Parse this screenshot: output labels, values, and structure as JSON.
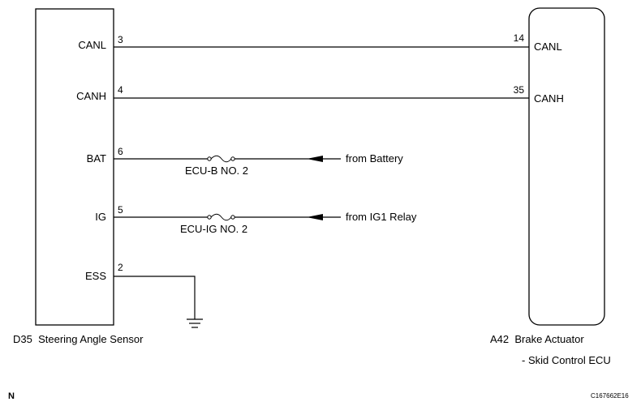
{
  "left_component": {
    "code": "D35",
    "name": "Steering Angle Sensor",
    "pins": [
      {
        "label": "CANL",
        "number": "3"
      },
      {
        "label": "CANH",
        "number": "4"
      },
      {
        "label": "BAT",
        "number": "6"
      },
      {
        "label": "IG",
        "number": "5"
      },
      {
        "label": "ESS",
        "number": "2"
      }
    ]
  },
  "right_component": {
    "code": "A42",
    "name": "Brake Actuator",
    "name_line2": "- Skid Control ECU",
    "pins": [
      {
        "label": "CANL",
        "number": "14"
      },
      {
        "label": "CANH",
        "number": "35"
      }
    ]
  },
  "fuses": [
    {
      "label": "ECU-B NO. 2",
      "source": "from Battery"
    },
    {
      "label": "ECU-IG NO. 2",
      "source": "from IG1 Relay"
    }
  ],
  "footer": {
    "left_mark": "N",
    "figure_id": "C167662E16"
  }
}
